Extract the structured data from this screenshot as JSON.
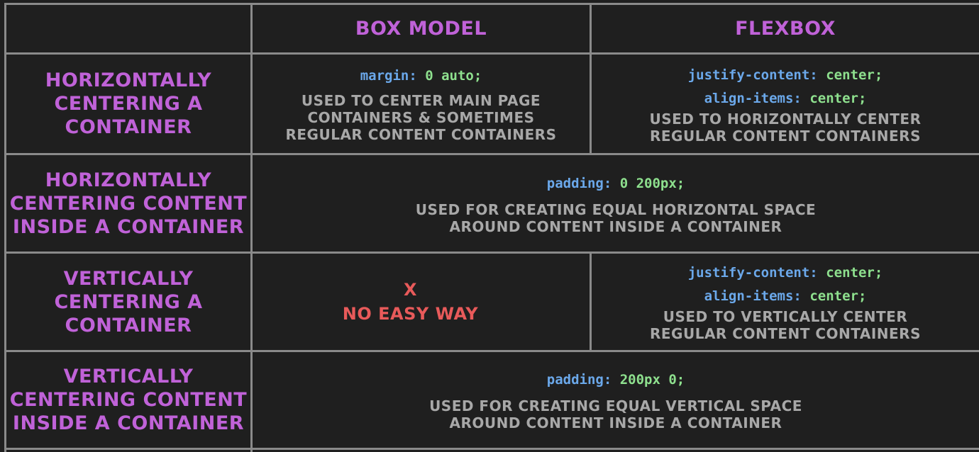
{
  "colors": {
    "background": "#1f1f1f",
    "grid": "#8a8a8a",
    "heading": "#c062d8",
    "property": "#6ba8ea",
    "value": "#8ee08e",
    "description": "#a8a8a8",
    "negative": "#e85a5a"
  },
  "columns": [
    "BOX MODEL",
    "FLEXBOX"
  ],
  "rows": [
    {
      "label": [
        "HORIZONTALLY",
        "CENTERING A",
        "CONTAINER"
      ],
      "box_model": {
        "code": [
          {
            "prop": "margin:",
            "val": "0 auto;"
          }
        ],
        "desc": [
          "USED TO CENTER MAIN PAGE",
          "CONTAINERS & SOMETIMES",
          "REGULAR CONTENT CONTAINERS"
        ]
      },
      "flexbox": {
        "code": [
          {
            "prop": "justify-content:",
            "val": "center;"
          },
          {
            "prop": "align-items:",
            "val": "center;"
          }
        ],
        "desc": [
          "USED TO HORIZONTALLY CENTER",
          "REGULAR CONTENT CONTAINERS"
        ]
      }
    },
    {
      "label": [
        "HORIZONTALLY",
        "CENTERING CONTENT",
        "INSIDE A CONTAINER"
      ],
      "shared": {
        "code": [
          {
            "prop": "padding:",
            "val": "0 200px;"
          }
        ],
        "desc": [
          "USED FOR CREATING EQUAL HORIZONTAL SPACE",
          "AROUND CONTENT INSIDE A CONTAINER"
        ]
      }
    },
    {
      "label": [
        "VERTICALLY",
        "CENTERING A",
        "CONTAINER"
      ],
      "box_model": {
        "mark": "X",
        "text": "NO EASY WAY"
      },
      "flexbox": {
        "code": [
          {
            "prop": "justify-content:",
            "val": "center;"
          },
          {
            "prop": "align-items:",
            "val": "center;"
          }
        ],
        "desc": [
          "USED TO VERTICALLY CENTER",
          "REGULAR CONTENT CONTAINERS"
        ]
      }
    },
    {
      "label": [
        "VERTICALLY",
        "CENTERING CONTENT",
        "INSIDE A CONTAINER"
      ],
      "shared": {
        "code": [
          {
            "prop": "padding:",
            "val": "200px 0;"
          }
        ],
        "desc": [
          "USED FOR CREATING EQUAL VERTICAL SPACE",
          "AROUND CONTENT INSIDE A CONTAINER"
        ]
      }
    }
  ]
}
